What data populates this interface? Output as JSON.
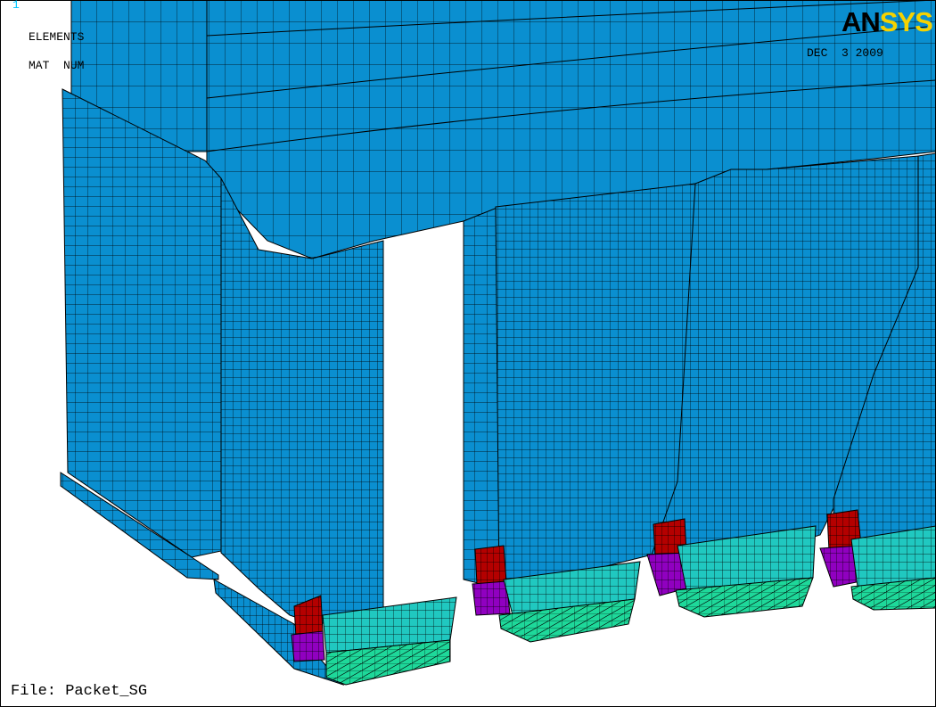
{
  "window": {
    "number": "1",
    "labels": [
      "ELEMENTS",
      "MAT  NUM"
    ],
    "date": "DEC  3 2009",
    "file": "File: Packet_SG"
  },
  "logo": {
    "text_a": "AN",
    "text_b": "SYS"
  },
  "colors": {
    "background": "#ffffff",
    "mat1": "#0a8fd0",
    "mat2": "#20c8c0",
    "mat3": "#1ed89a",
    "mat4": "#b40000",
    "mat5": "#9000c0",
    "mesh": "#000000"
  },
  "model": {
    "type": "finite element mesh",
    "mesh_icon": "fe-mesh-model"
  }
}
